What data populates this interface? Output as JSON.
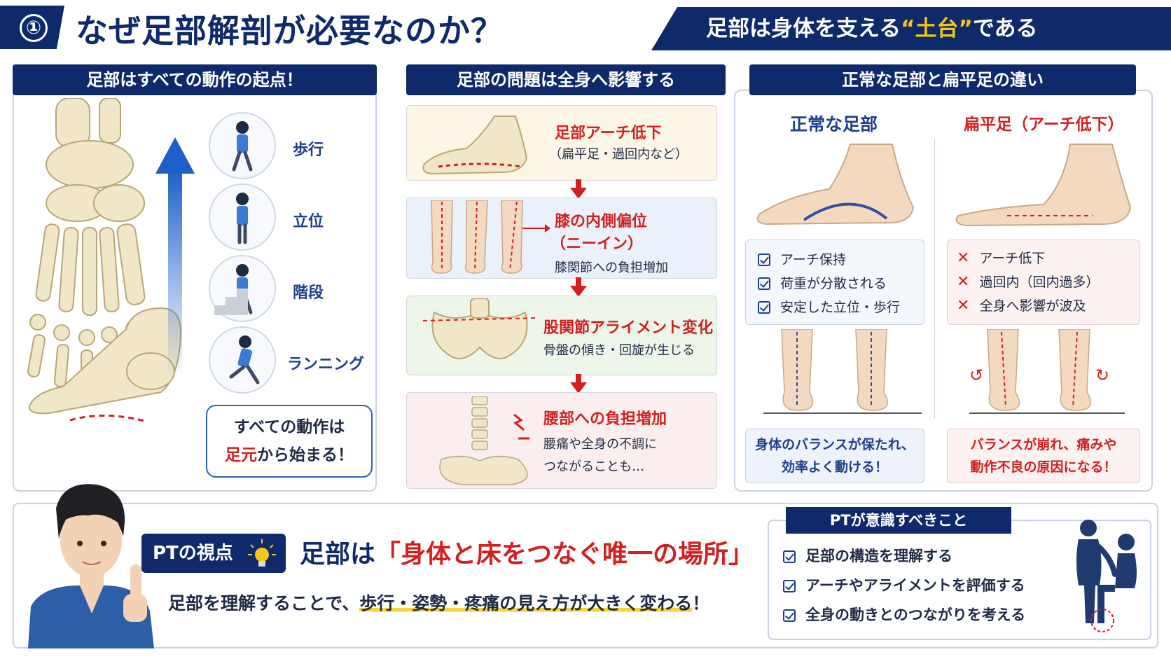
{
  "header": {
    "number": "①",
    "title": "なぜ足部解剖が必要なのか？",
    "banner_pre": "足部は身体を支える",
    "banner_highlight": "“土台”",
    "banner_post": "である"
  },
  "panel_start": {
    "title": "足部はすべての動作の起点！",
    "activities": [
      "歩行",
      "立位",
      "階段",
      "ランニング"
    ],
    "bubble_line1": "すべての動作は",
    "bubble_line2_red": "足元",
    "bubble_line2_rest": "から始まる！"
  },
  "panel_flow": {
    "title": "足部の問題は全身へ影響する",
    "steps": [
      {
        "title": "足部アーチ低下",
        "sub": "（扁平足・過回内など）"
      },
      {
        "title": "膝の内側偏位",
        "title2": "（ニーイン）",
        "sub": "膝関節への負担増加"
      },
      {
        "title": "股関節アライメント変化",
        "sub": "骨盤の傾き・回旋が生じる"
      },
      {
        "title": "腰部への負担増加",
        "sub": "腰痛や全身の不調に",
        "sub2": "つながることも…"
      }
    ]
  },
  "panel_compare": {
    "title": "正常な足部と扁平足の違い",
    "normal_label": "正常な足部",
    "flat_label": "扁平足（アーチ低下）",
    "normal_points": [
      "アーチ保持",
      "荷重が分散される",
      "安定した立位・歩行"
    ],
    "flat_points": [
      "アーチ低下",
      "過回内（回内過多）",
      "全身へ影響が波及"
    ],
    "normal_summary1": "身体のバランスが保たれ、",
    "normal_summary2": "効率よく動ける！",
    "flat_summary1": "バランスが崩れ、痛みや",
    "flat_summary2": "動作不良の原因になる！"
  },
  "bottom": {
    "badge": "PTの視点",
    "key_pre": "足部は",
    "key_red": "「身体と床をつなぐ唯一の場所」",
    "sub_pre": "足部を理解することで、",
    "sub_hl": "歩行・姿勢・疼痛の見え方が大きく変わる",
    "sub_post": "！",
    "pt_title": "PTが意識すべきこと",
    "pt_points": [
      "足部の構造を理解する",
      "アーチやアライメントを評価する",
      "全身の動きとのつながりを考える"
    ]
  },
  "colors": {
    "navy": "#0f2a6b",
    "red": "#d21f1f",
    "yellow": "#f5c518",
    "blue_text": "#1e3f8a"
  }
}
